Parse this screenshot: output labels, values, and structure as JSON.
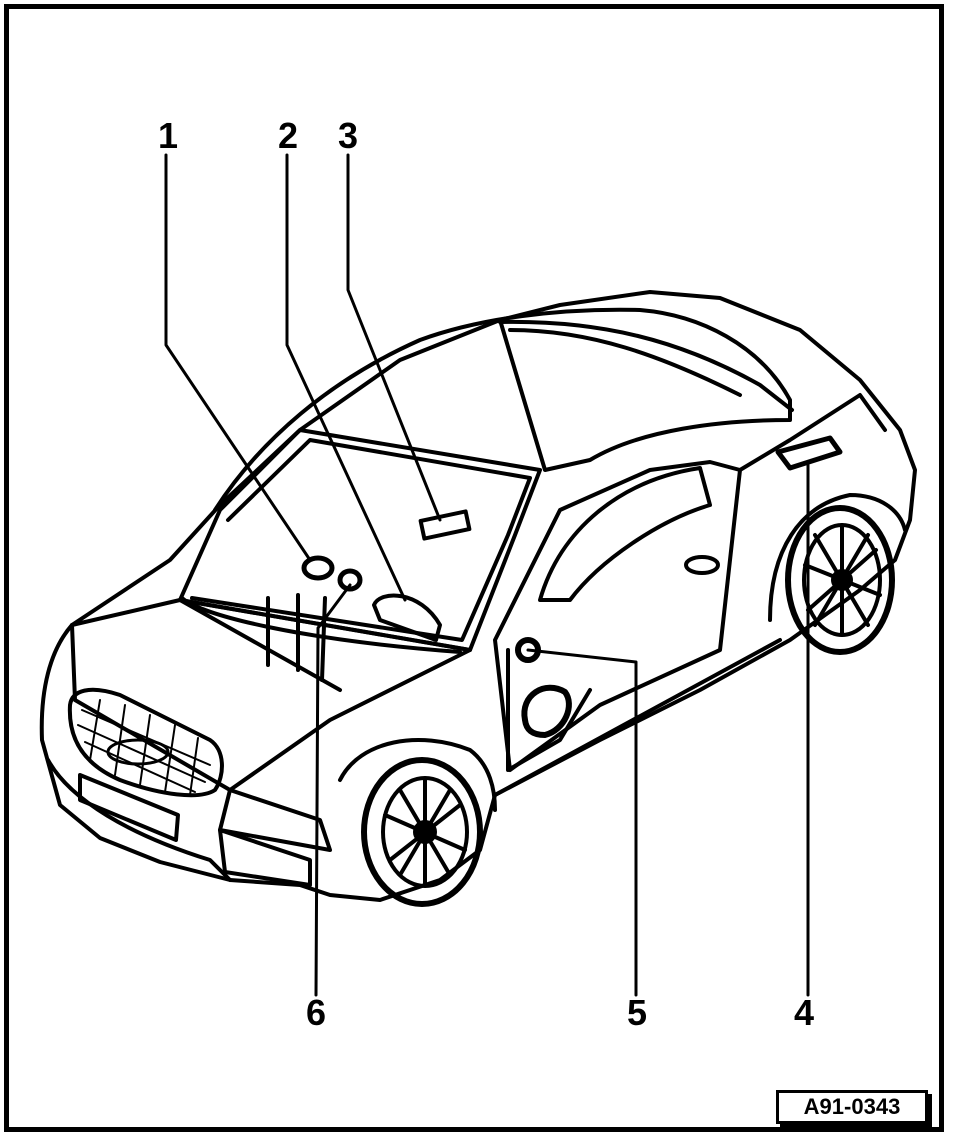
{
  "callouts": [
    {
      "label": "1"
    },
    {
      "label": "2"
    },
    {
      "label": "3"
    },
    {
      "label": "4"
    },
    {
      "label": "5"
    },
    {
      "label": "6"
    }
  ],
  "reference_code": "A91-0343",
  "colors": {
    "ink": "#000000",
    "paper": "#ffffff"
  }
}
